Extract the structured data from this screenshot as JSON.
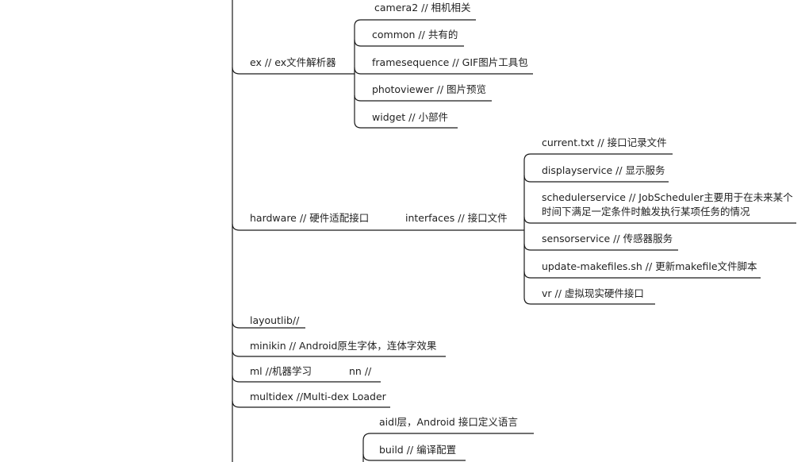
{
  "nodes": {
    "camera2": "camera2 // 相机相关",
    "common": "common // 共有的",
    "ex": "ex // ex文件解析器",
    "framesequence": "framesequence // GIF图片工具包",
    "photoviewer": "photoviewer // 图片预览",
    "widget": "widget // 小部件",
    "current_txt": "current.txt // 接口记录文件",
    "displayservice": "displayservice // 显示服务",
    "schedulerservice_line1": "schedulerservice // JobScheduler主要用于在未来某个",
    "schedulerservice_line2": "时间下满足一定条件时触发执行某项任务的情况",
    "hardware": "hardware // 硬件适配接口",
    "interfaces": "interfaces // 接口文件",
    "sensorservice": "sensorservice // 传感器服务",
    "update_makefiles": "update-makefiles.sh // 更新makefile文件脚本",
    "vr": "vr // 虚拟现实硬件接口",
    "layoutlib": "layoutlib//",
    "minikin": "minikin // Android原生字体，连体字效果",
    "ml": "ml //机器学习",
    "nn": "nn //",
    "multidex": "multidex //Multi-dex Loader",
    "aidl": "aidl层，Android 接口定义语言",
    "build": "build // 编译配置"
  },
  "style": {
    "line_color": "#1a1a1a",
    "text_color": "#222222"
  }
}
